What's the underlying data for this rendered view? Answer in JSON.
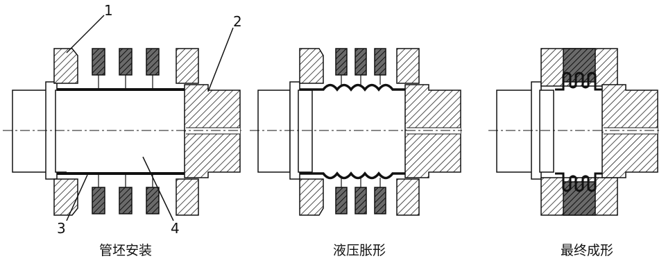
{
  "stages": [
    {
      "caption": "管坯安装"
    },
    {
      "caption": "液压胀形"
    },
    {
      "caption": "最终成形"
    }
  ],
  "callouts": {
    "c1": "1",
    "c2": "2",
    "c3": "3",
    "c4": "4"
  },
  "colors": {
    "line": "#111111",
    "hatch": "#222222",
    "dark_part": "#3a3a3a",
    "background": "#ffffff"
  }
}
